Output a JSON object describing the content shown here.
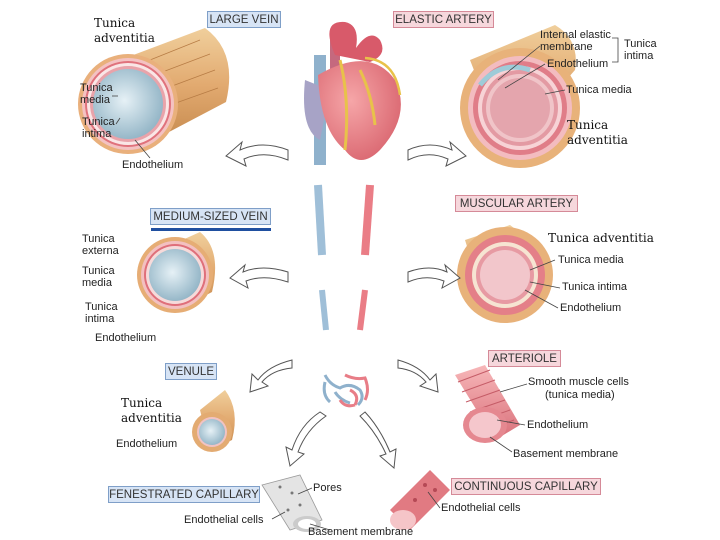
{
  "vessels": {
    "large_vein": {
      "title": "LARGE VEIN",
      "adventitia": "Tunica adventitia",
      "media": "Tunica media",
      "intima": "Tunica intima",
      "endothelium": "Endothelium"
    },
    "elastic_artery": {
      "title": "ELASTIC ARTERY",
      "internal_elastic": "Internal elastic membrane",
      "endothelium": "Endothelium",
      "intima_bracket": "Tunica intima",
      "media": "Tunica media",
      "adventitia": "Tunica adventitia"
    },
    "medium_vein": {
      "title": "MEDIUM-SIZED VEIN",
      "externa": "Tunica externa",
      "media": "Tunica media",
      "intima": "Tunica intima",
      "endothelium": "Endothelium"
    },
    "muscular_artery": {
      "title": "MUSCULAR ARTERY",
      "adventitia": "Tunica adventitia",
      "media": "Tunica media",
      "intima": "Tunica intima",
      "endothelium": "Endothelium"
    },
    "venule": {
      "title": "VENULE",
      "adventitia": "Tunica adventitia",
      "endothelium": "Endothelium"
    },
    "arteriole": {
      "title": "ARTERIOLE",
      "smooth_muscle": "Smooth muscle cells",
      "smooth_muscle_sub": "(tunica media)",
      "endothelium": "Endothelium",
      "basement": "Basement membrane"
    },
    "fenestrated": {
      "title": "FENESTRATED CAPILLARY",
      "pores": "Pores",
      "endothelial": "Endothelial cells",
      "basement": "Basement membrane"
    },
    "continuous": {
      "title": "CONTINUOUS CAPILLARY",
      "endothelial": "Endothelial cells"
    }
  },
  "colors": {
    "vein": "#9fbfd8",
    "artery": "#ea7d86",
    "adventitia": "#e3b47e",
    "lumen": "#cfe0ea",
    "label_box": "#d7e4f5",
    "accent_line": "#1f4fa0"
  }
}
